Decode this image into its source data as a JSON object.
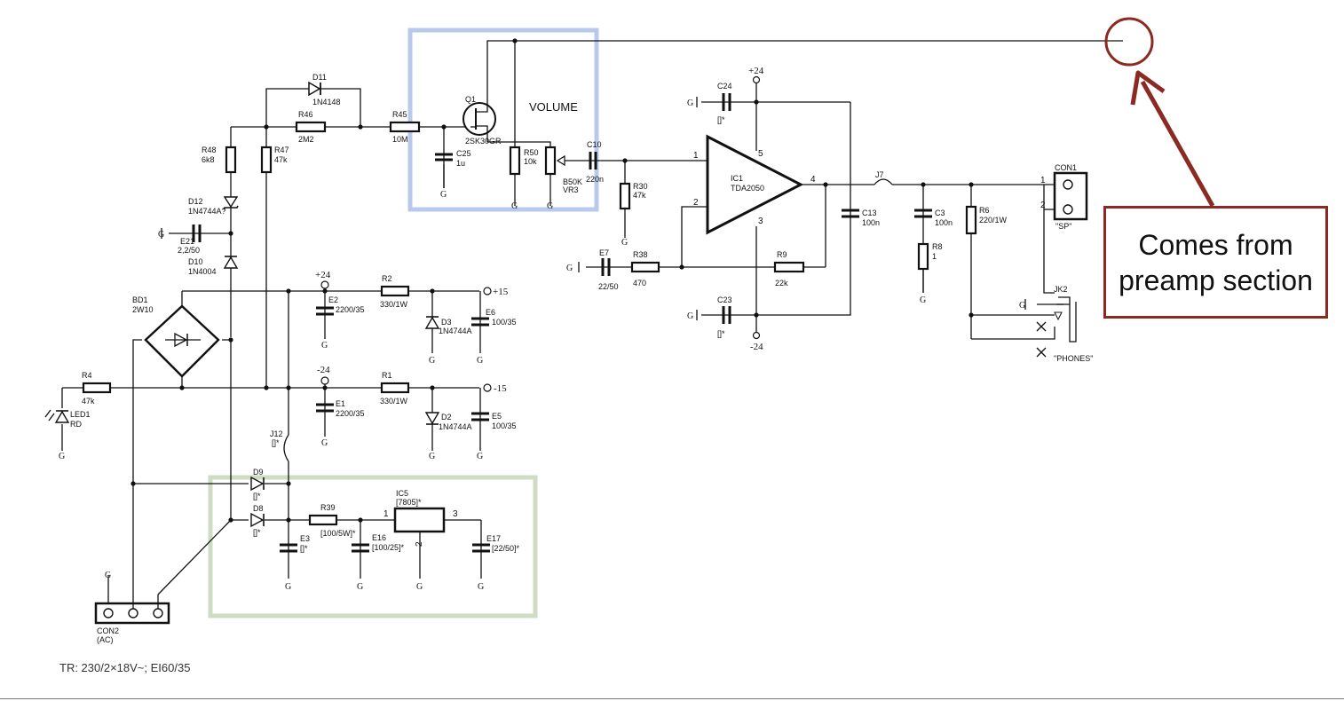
{
  "volume_label": "VOLUME",
  "annotation": {
    "line1": "Comes from",
    "line2": "preamp section"
  },
  "footer": "TR: 230/2×18V~; EI60/35",
  "colors": {
    "volume_highlight": "#b8c9ee",
    "regulator_highlight": "#cfdcc3",
    "annotation": "#8b2a22"
  },
  "rails": {
    "p24_top": "+24",
    "m24_bot": "-24",
    "p24_psu": "+24",
    "m24_psu": "-24",
    "p15": "+15",
    "m15": "-15",
    "gnd": "G"
  },
  "components": {
    "D11": {
      "ref": "D11",
      "val": "1N4148"
    },
    "R46": {
      "ref": "R46",
      "val": "2M2"
    },
    "R45": {
      "ref": "R45",
      "val": "10M"
    },
    "Q1": {
      "ref": "Q1",
      "val": "2SK30GR"
    },
    "C25": {
      "ref": "C25",
      "val": "1u"
    },
    "R50": {
      "ref": "R50",
      "val": "10k"
    },
    "VR3": {
      "ref": "VR3",
      "val": "B50K"
    },
    "C10": {
      "ref": "C10",
      "val": "220n"
    },
    "R30": {
      "ref": "R30",
      "val": "47k"
    },
    "R48": {
      "ref": "R48",
      "val": "6k8"
    },
    "R47": {
      "ref": "R47",
      "val": "47k"
    },
    "D12": {
      "ref": "D12",
      "val": "1N4744A?"
    },
    "E21": {
      "ref": "E21",
      "val": "2,2/50"
    },
    "D10": {
      "ref": "D10",
      "val": "1N4004"
    },
    "C24": {
      "ref": "C24",
      "val": "[]*"
    },
    "C23": {
      "ref": "C23",
      "val": "[]*"
    },
    "IC1": {
      "ref": "IC1",
      "val": "TDA2050"
    },
    "E7": {
      "ref": "E7",
      "val": "22/50"
    },
    "R38": {
      "ref": "R38",
      "val": "470"
    },
    "R9": {
      "ref": "R9",
      "val": "22k"
    },
    "C13": {
      "ref": "C13",
      "val": "100n"
    },
    "J7": {
      "ref": "J7"
    },
    "C3": {
      "ref": "C3",
      "val": "100n"
    },
    "R8": {
      "ref": "R8",
      "val": "1"
    },
    "R6": {
      "ref": "R6",
      "val": "220/1W"
    },
    "CON1": {
      "ref": "CON1",
      "val": "\"SP\""
    },
    "JK2": {
      "ref": "JK2",
      "val": "\"PHONES\""
    },
    "BD1": {
      "ref": "BD1",
      "val": "2W10"
    },
    "R4": {
      "ref": "R4",
      "val": "47k"
    },
    "LED1": {
      "ref": "LED1",
      "val": "RD"
    },
    "E2": {
      "ref": "E2",
      "val": "2200/35"
    },
    "R2": {
      "ref": "R2",
      "val": "330/1W"
    },
    "D3": {
      "ref": "D3",
      "val": "1N4744A"
    },
    "E6": {
      "ref": "E6",
      "val": "100/35"
    },
    "E1": {
      "ref": "E1",
      "val": "2200/35"
    },
    "R1": {
      "ref": "R1",
      "val": "330/1W"
    },
    "D2": {
      "ref": "D2",
      "val": "1N4744A"
    },
    "E5": {
      "ref": "E5",
      "val": "100/35"
    },
    "J12": {
      "ref": "J12",
      "val": "[]*"
    },
    "D9": {
      "ref": "D9",
      "val": "[]*"
    },
    "D8": {
      "ref": "D8",
      "val": "[]*"
    },
    "E3": {
      "ref": "E3",
      "val": "[]*"
    },
    "R39": {
      "ref": "R39",
      "val": "[100/5W]*"
    },
    "E16": {
      "ref": "E16",
      "val": "[100/25]*"
    },
    "IC5": {
      "ref": "IC5",
      "val": "[7805]*"
    },
    "E17": {
      "ref": "E17",
      "val": "[22/50]*"
    },
    "CON2": {
      "ref": "CON2",
      "val": "(AC)"
    }
  }
}
